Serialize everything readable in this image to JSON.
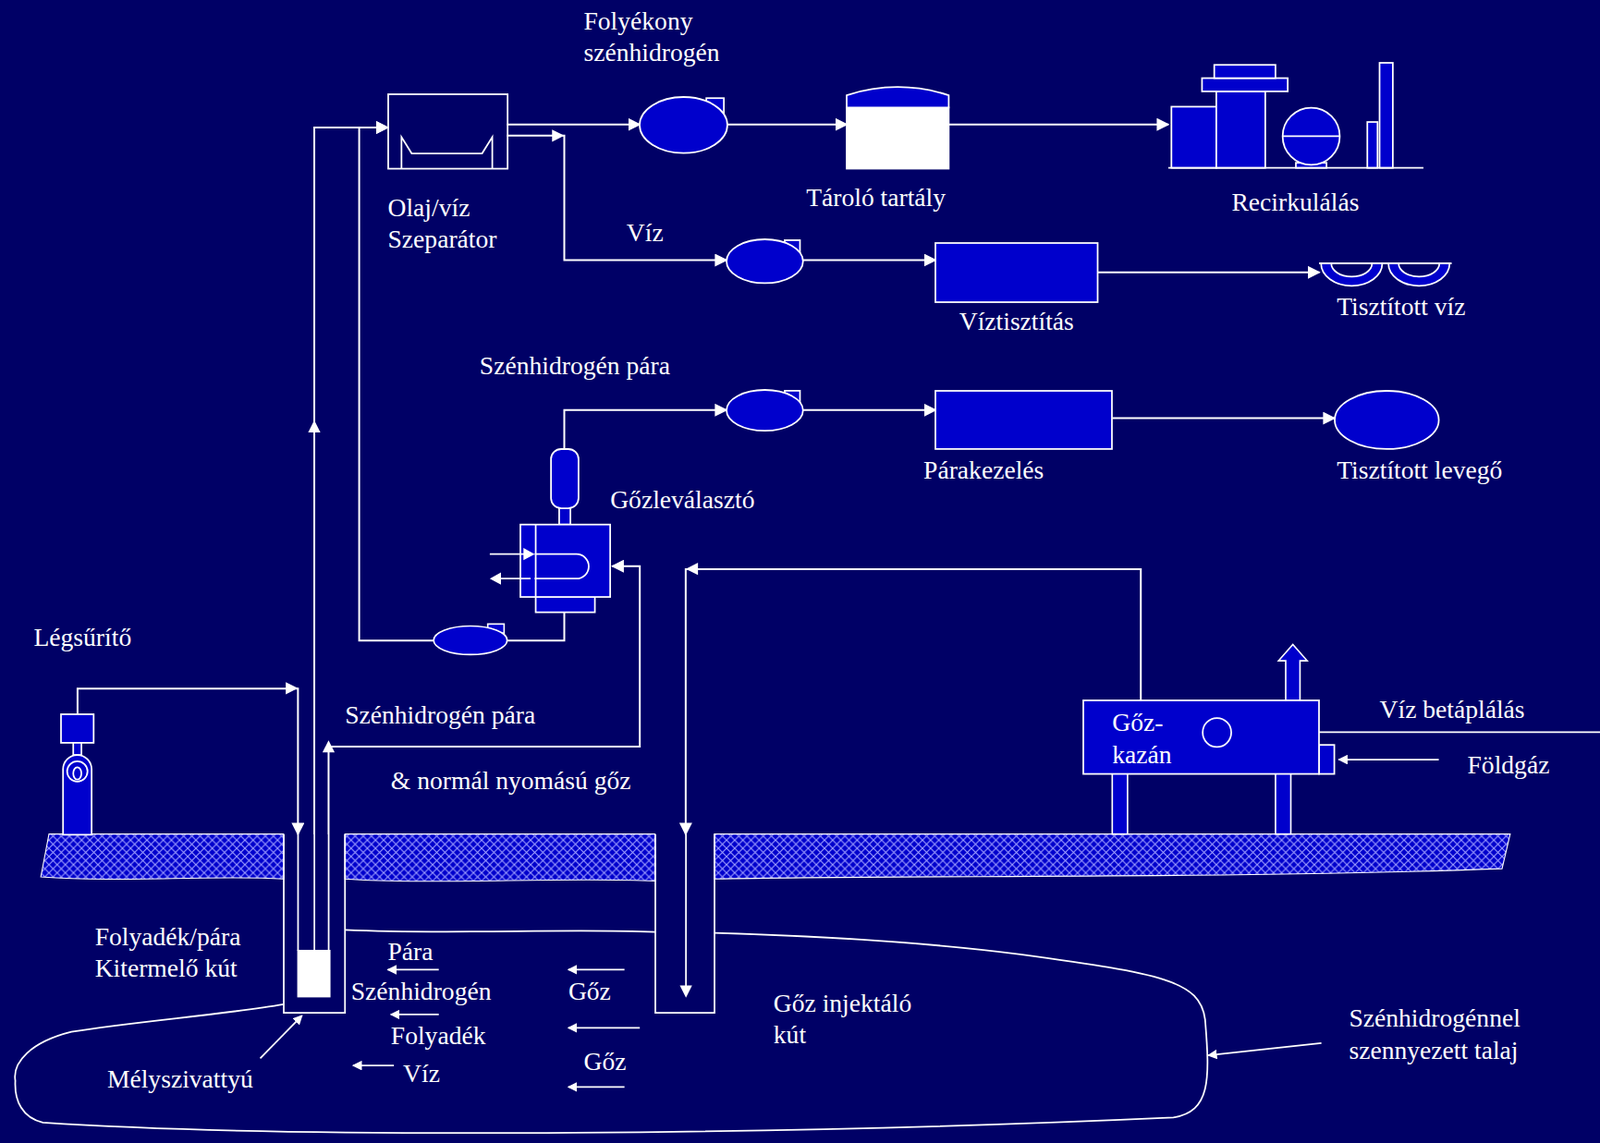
{
  "diagram": {
    "nodes": [
      {
        "text": [
          "Folyékony szénhidrogén"
        ]
      },
      {
        "text": [
          "Olaj/víz Szeparátor"
        ]
      },
      {
        "text": [
          "Tároló tartály"
        ]
      },
      {
        "text": [
          "Recirkulálás"
        ]
      },
      {
        "text": [
          "Víz"
        ]
      },
      {
        "text": [
          "Víztisztítás"
        ]
      },
      {
        "text": [
          "Tisztított víz"
        ]
      },
      {
        "text": [
          "Szénhidrogén pára"
        ]
      },
      {
        "text": [
          "Párakezelés"
        ]
      },
      {
        "text": [
          "Tisztított levegő"
        ]
      },
      {
        "text": [
          "Gőzleválasztó"
        ]
      },
      {
        "text": [
          "Légsűrítő"
        ]
      },
      {
        "text": [
          "Gőz- kazán"
        ]
      },
      {
        "text": [
          "Folyadék/pára Kitermelő kút"
        ]
      },
      {
        "text": [
          "Gőz injektáló kút"
        ]
      }
    ],
    "edges": [
      {
        "from": 13,
        "to": 1,
        "arrow": "to"
      },
      {
        "from": 10,
        "to": 1,
        "arrow": "to"
      },
      {
        "from": 1,
        "to": 0,
        "arrow": "to"
      },
      {
        "from": 0,
        "to": 2,
        "arrow": "to"
      },
      {
        "from": 2,
        "to": 3,
        "arrow": "to"
      },
      {
        "from": 1,
        "to": 4,
        "arrow": "to"
      },
      {
        "from": 4,
        "to": 5,
        "arrow": "to"
      },
      {
        "from": 5,
        "to": 6,
        "arrow": "to"
      },
      {
        "from": 10,
        "to": 7,
        "arrow": "to"
      },
      {
        "from": 7,
        "to": 8,
        "arrow": "to"
      },
      {
        "from": 8,
        "to": 9,
        "arrow": "to"
      },
      {
        "from": 13,
        "to": 10,
        "arrow": "to"
      },
      {
        "from": 11,
        "to": 13,
        "arrow": "to"
      },
      {
        "from": 12,
        "to": 14,
        "arrow": "to"
      }
    ],
    "labels": [
      "Szénhidrogén pára",
      "& normál nyomású gőz",
      "Víz betáplálás",
      "Földgáz",
      "Pára",
      "Szénhidrogén",
      "Folyadék",
      "Víz",
      "Gőz",
      "Gőz",
      "Mélyszivattyú",
      "Szénhidrogénnel szennyezett talaj"
    ]
  }
}
